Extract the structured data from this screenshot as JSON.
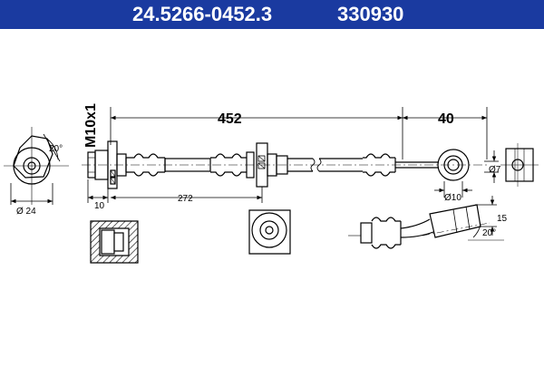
{
  "header": {
    "part_number": "24.5266-0452.3",
    "ref_number": "330930"
  },
  "dimensions": {
    "length_total": "452",
    "length_end": "40",
    "thread": "M10x1",
    "hex_width": "10",
    "length_section": "272",
    "angle_left": "20°",
    "diameter_left": "Ø 24",
    "diameter_eye": "Ø10",
    "diameter_bolt": "Ø7",
    "angle_bottom": "20°",
    "offset_height": "15"
  },
  "colors": {
    "header_bg": "#1a3aa0",
    "header_text": "#ffffff",
    "line": "#000000",
    "hatch": "#000000"
  }
}
